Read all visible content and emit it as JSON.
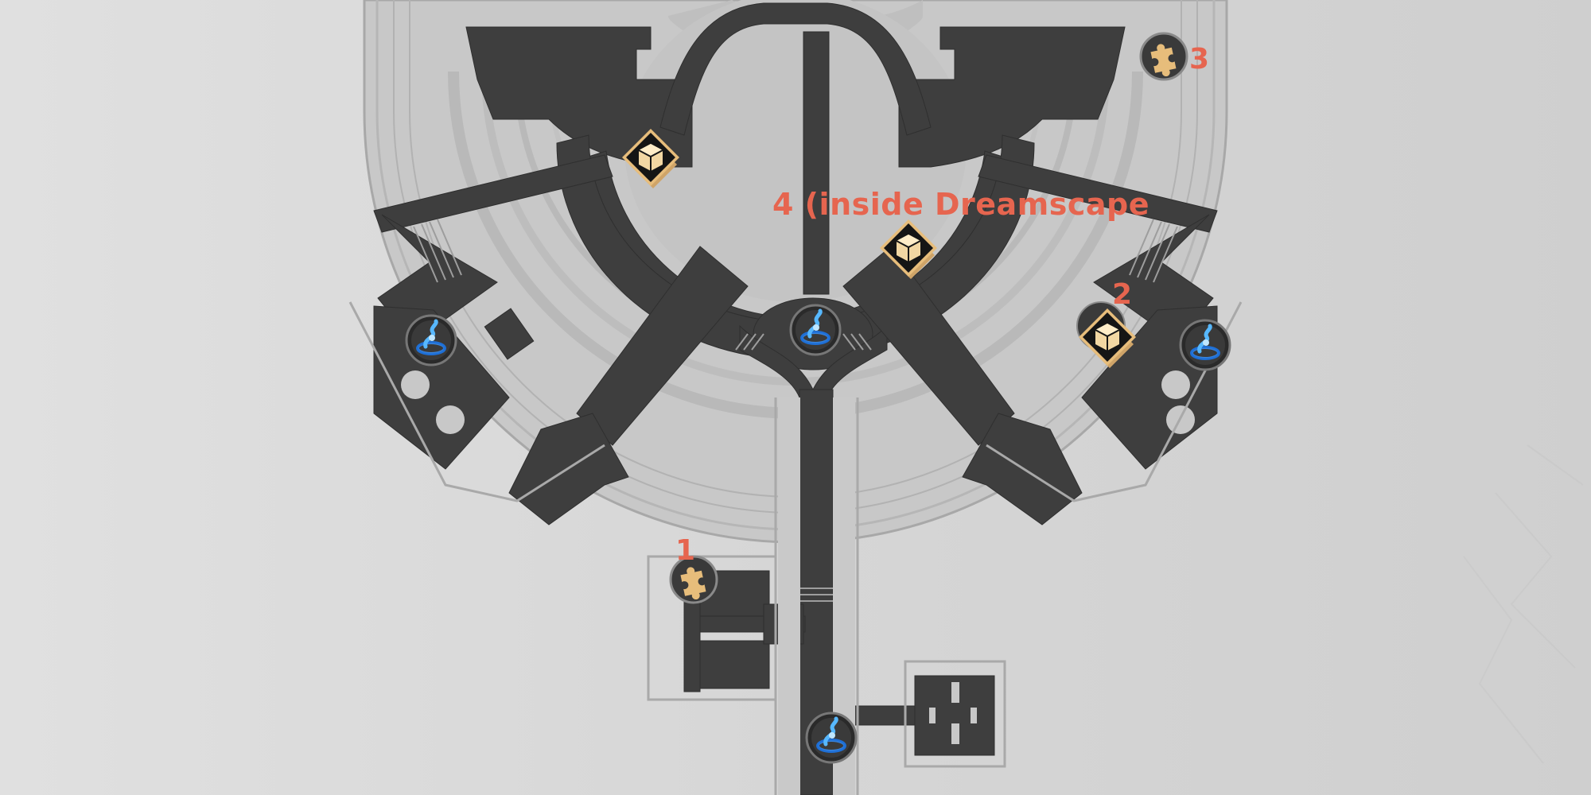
{
  "map": {
    "colors": {
      "background": "#dadada",
      "floor": "#c8c8c8",
      "floor_outline": "#a8a8a8",
      "corridor": "#3e3e3e",
      "label": "#e6654f",
      "chest_gold": "#e7bd7b",
      "teleport_blue": "#3aa6ff"
    },
    "markers": [
      {
        "id": "puzzle-1",
        "type": "puzzle",
        "icon": "puzzle-piece-icon",
        "label": "1"
      },
      {
        "id": "chest-2",
        "type": "treasure-chest",
        "icon": "treasure-chest-icon",
        "label": "2"
      },
      {
        "id": "puzzle-3",
        "type": "puzzle",
        "icon": "puzzle-piece-icon",
        "label": "3"
      },
      {
        "id": "chest-4",
        "type": "treasure-chest",
        "icon": "treasure-chest-icon",
        "label": "4 (inside Dreamscape"
      },
      {
        "id": "chest-5",
        "type": "treasure-chest",
        "icon": "treasure-chest-icon",
        "label": ""
      },
      {
        "id": "teleport-west",
        "type": "space-anchor",
        "icon": "space-anchor-icon",
        "label": ""
      },
      {
        "id": "teleport-center",
        "type": "space-anchor",
        "icon": "space-anchor-icon",
        "label": ""
      },
      {
        "id": "teleport-east",
        "type": "space-anchor",
        "icon": "space-anchor-icon",
        "label": ""
      },
      {
        "id": "teleport-south",
        "type": "space-anchor",
        "icon": "space-anchor-icon",
        "label": ""
      }
    ]
  }
}
